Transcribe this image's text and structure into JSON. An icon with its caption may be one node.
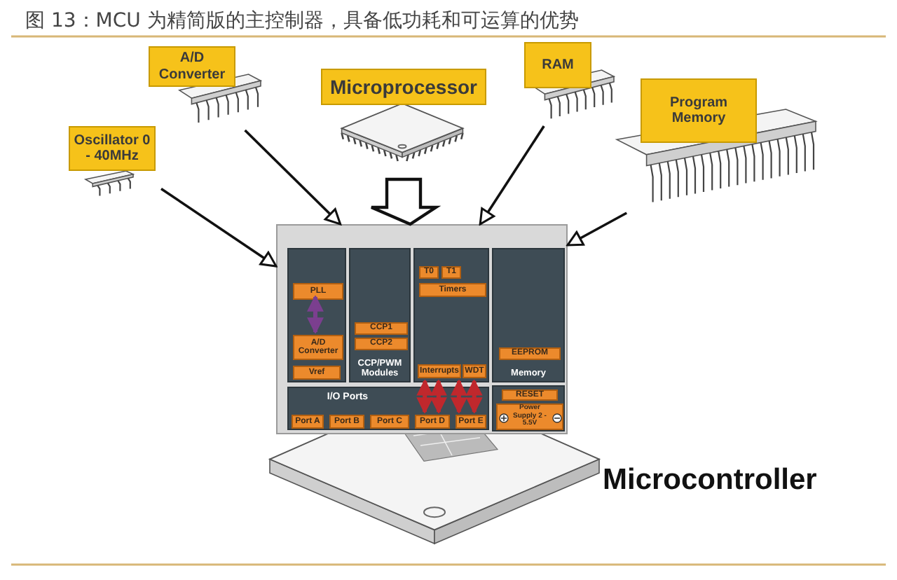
{
  "diagram": {
    "title": "图 13：MCU 为精简版的主控制器，具备低功耗和可运算的优势",
    "nodes": [
      {
        "text": [
          "Oscillator 0 - 40MHz"
        ]
      },
      {
        "text": [
          "A/D Converter"
        ]
      },
      {
        "text": [
          "Microprocessor"
        ]
      },
      {
        "text": [
          "RAM"
        ]
      },
      {
        "text": [
          "Program Memory"
        ]
      },
      {
        "text": [],
        "shape": "box"
      },
      {
        "text": [],
        "shape": "box",
        "in": 5
      },
      {
        "text": [
          "PLL"
        ],
        "in": 6
      },
      {
        "text": [
          "A/D Converter"
        ],
        "in": 6
      },
      {
        "text": [
          "Vref"
        ],
        "in": 6
      },
      {
        "text": [
          "CCP/PWM Modules"
        ],
        "in": 5
      },
      {
        "text": [
          "CCP1"
        ],
        "in": 10
      },
      {
        "text": [
          "CCP2"
        ],
        "in": 10
      },
      {
        "text": [],
        "shape": "box",
        "in": 5
      },
      {
        "text": [
          "T0"
        ],
        "in": 13
      },
      {
        "text": [
          "T1"
        ],
        "in": 13
      },
      {
        "text": [
          "Timers"
        ],
        "in": 13
      },
      {
        "text": [
          "Interrupts"
        ],
        "in": 13
      },
      {
        "text": [
          "WDT"
        ],
        "in": 13
      },
      {
        "text": [
          "Memory"
        ],
        "in": 5
      },
      {
        "text": [
          "EEPROM"
        ],
        "in": 19
      },
      {
        "text": [
          "I/O Ports"
        ],
        "in": 5
      },
      {
        "text": [
          "Port A"
        ],
        "in": 21
      },
      {
        "text": [
          "Port B"
        ],
        "in": 21
      },
      {
        "text": [
          "Port C"
        ],
        "in": 21
      },
      {
        "text": [
          "Port D"
        ],
        "in": 21
      },
      {
        "text": [
          "Port E"
        ],
        "in": 21
      },
      {
        "text": [],
        "shape": "box",
        "in": 5
      },
      {
        "text": [
          "RESET"
        ],
        "in": 27
      },
      {
        "text": [
          "Power Supply 2 - 5.5V"
        ],
        "in": 27
      }
    ],
    "edges": [
      {
        "from": 0,
        "to": 5,
        "arrow": "to"
      },
      {
        "from": 1,
        "to": 5,
        "arrow": "to"
      },
      {
        "from": 2,
        "to": 5,
        "arrow": "to",
        "style": "thick"
      },
      {
        "from": 3,
        "to": 5,
        "arrow": "to"
      },
      {
        "from": 4,
        "to": 5,
        "arrow": "to"
      },
      {
        "from": 7,
        "to": 8,
        "arrow": "both",
        "color": "#7b3f8f"
      },
      {
        "from": 13,
        "to": 25,
        "arrow": "both",
        "color": "#c0282d"
      },
      {
        "from": 13,
        "to": 25,
        "arrow": "both",
        "color": "#c0282d"
      },
      {
        "from": 13,
        "to": 26,
        "arrow": "both",
        "color": "#c0282d"
      },
      {
        "from": 13,
        "to": 26,
        "arrow": "both",
        "color": "#c0282d"
      }
    ],
    "labels": [
      "Microcontroller"
    ]
  }
}
